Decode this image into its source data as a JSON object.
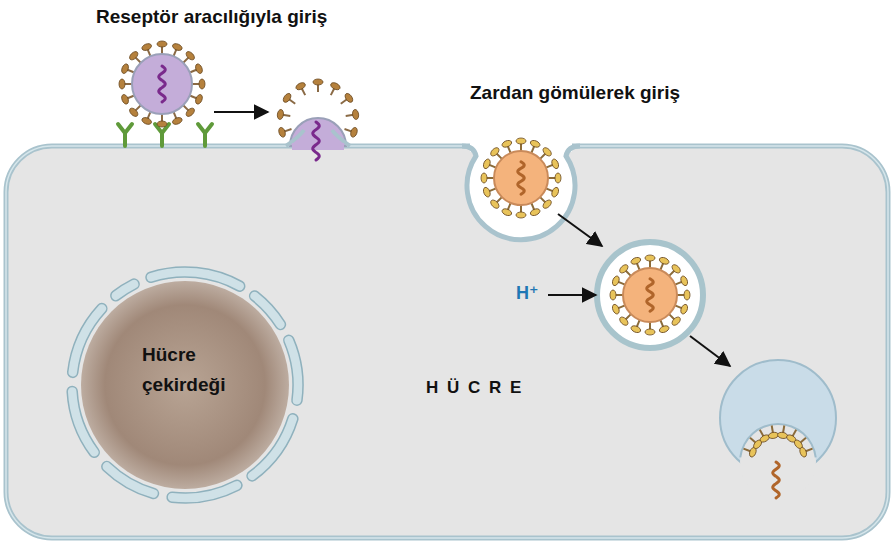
{
  "diagram": {
    "nodes": [
      {
        "text": [
          "H Ü C R E"
        ]
      },
      {
        "text": [
          "Hücre çekirdeği"
        ],
        "in": 0
      }
    ],
    "labels": [
      "Reseptör aracılığıyla giriş",
      "Zardan gömülerek giriş",
      "H⁺"
    ]
  }
}
